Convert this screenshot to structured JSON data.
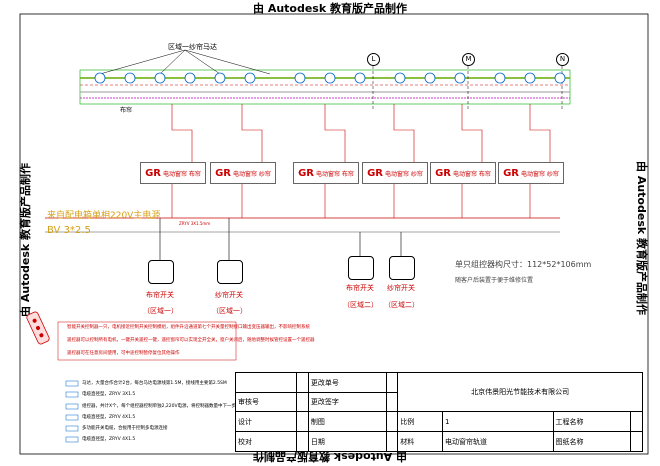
{
  "watermarks": {
    "top": "由 Autodesk 教育版产品制作",
    "bottom": "由 Autodesk 教育版产品制作",
    "left": "由 Autodesk 教育版产品制作",
    "right": "由 Autodesk 教育版产品制作"
  },
  "diagram": {
    "zone_label": "区域一纱帘马达",
    "curtain_label": "布帘",
    "markers": [
      "L",
      "M",
      "N"
    ],
    "controllers": [
      {
        "big": "GR",
        "small": "电动窗帘 布帘"
      },
      {
        "big": "GR",
        "small": "电动窗帘 纱帘"
      },
      {
        "big": "GR",
        "small": "电动窗帘 布帘"
      },
      {
        "big": "GR",
        "small": "电动窗帘 纱帘"
      },
      {
        "big": "GR",
        "small": "电动窗帘 布帘"
      },
      {
        "big": "GR",
        "small": "电动窗帘 纱帘"
      }
    ],
    "power_label": "来自配电箱单相220V主电源",
    "power_spec": "BV 3*2.5",
    "cable_spec": "ZRYV 3X1.5mm",
    "switches": [
      {
        "label": "布帘开关",
        "zone": "（区域一）"
      },
      {
        "label": "纱帘开关",
        "zone": "（区域一）"
      },
      {
        "label": "布帘开关",
        "zone": "（区域二）"
      },
      {
        "label": "纱帘开关",
        "zone": "（区域二）"
      }
    ],
    "size_label": "单只组控器构尺寸：112*52*106mm",
    "size_note": "随客户后装置于便于维修位置",
    "notes": [
      "智能开关控制器一只，电机接近控制开关控制模组，组件升沿通道第七个开关量控制接口输出变压器输出，不影响控制系统",
      "遥控器可以控制所有电机，一键开关遥控一键，遥控窗帘可以实现全开全关，窗户关闭后，随地调整时候管控设置一个遥控器",
      "遥控器可在任意房间使用，可中途控制暂停复位其他操作"
    ],
    "legend": [
      "马达，大量合作合计2台，每台马达电源线第1.5M，接线用主要第2.5SM",
      "电缆直径型，ZRYV 3X1.5",
      "组控器，共计X个，每个组控器控制单独2,220V电源，将控制器数量中下一步",
      "电缆直径型，ZRYV 4X1.5",
      "多功能开关电缆，合拢用于控制多电源连接",
      "电缆直径型，ZRYV 4X1.5"
    ]
  },
  "title_block": {
    "company": "北京伟景阳光节能技术有限公司",
    "rows": [
      {
        "c1": "",
        "c2": "",
        "c3": "更改单号",
        "c4": ""
      },
      {
        "c1": "审核号",
        "c2": "",
        "c3": "更改签字",
        "c4": ""
      },
      {
        "c1": "设计",
        "c2": "",
        "c3": "制图",
        "c4": "",
        "c5": "比例",
        "c6": "1",
        "c7": "工程名称",
        "c8": ""
      },
      {
        "c1": "校对",
        "c2": "",
        "c3": "日期",
        "c4": "",
        "c5": "材料",
        "c6": "电动窗帘轨道",
        "c7": "图纸名称",
        "c8": ""
      }
    ]
  }
}
